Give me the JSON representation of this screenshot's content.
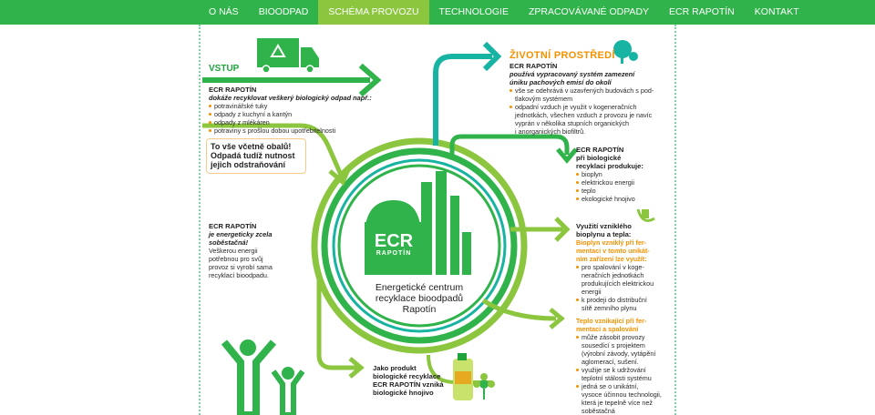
{
  "nav": {
    "items": [
      {
        "label": "O NÁS",
        "active": false
      },
      {
        "label": "BIOODPAD",
        "active": false
      },
      {
        "label": "SCHÉMA PROVOZU",
        "active": true
      },
      {
        "label": "TECHNOLOGIE",
        "active": false
      },
      {
        "label": "ZPRACOVÁVANÉ ODPADY",
        "active": false
      },
      {
        "label": "ECR RAPOTÍN",
        "active": false
      },
      {
        "label": "KONTAKT",
        "active": false
      }
    ]
  },
  "colors": {
    "nav_bg": "#2fb34a",
    "nav_active": "#8cc63f",
    "green_dark": "#1fa33b",
    "green_light": "#8cc63f",
    "teal": "#17b3a3",
    "orange": "#f39200"
  },
  "vstup": {
    "title": "VSTUP",
    "header": "ECR RAPOTÍN",
    "subheader": "dokáže recyklovat veškerý biologický odpad např.:",
    "items": [
      "potravinářské tuky",
      "odpady z kuchyní a kantýn",
      "odpady z mlékáren",
      "potraviny s prošlou dobou upotřebitelnosti"
    ],
    "callout_lines": [
      "To vše včetně obalů!",
      "Odpadá tudíž nutnost",
      "jejich odstraňování"
    ]
  },
  "energy": {
    "header": "ECR RAPOTÍN",
    "subheader_lines": [
      "je energeticky zcela",
      "soběstačná!"
    ],
    "text_lines": [
      "Veškerou energii",
      "potřebnou pro svůj",
      "provoz si vyrobí sama",
      "recyklací bioodpadu."
    ]
  },
  "center": {
    "logo_top": "ECR",
    "logo_bottom": "RAPOTÍN",
    "caption_lines": [
      "Energetické centrum",
      "recyklace bioodpadů",
      "Rapotín"
    ]
  },
  "product": {
    "lines": [
      "Jako produkt",
      "biologické recyklace",
      "ECR RAPOTÍN vzniká",
      "biologické hnojivo"
    ]
  },
  "zp": {
    "title": "ŽIVOTNÍ PROSTŘEDÍ",
    "header": "ECR RAPOTÍN",
    "subheader_lines": [
      "používá vypracovaný systém zamezení",
      "úniku pachových emisí do okolí"
    ],
    "bullet1_lines": [
      "vše se odehrává v uzavřených budovách s pod-",
      "tlakovým systémem"
    ],
    "bullet2_lines": [
      "odpadní vzduch je využit v kogeneračních",
      "jednotkách, všechen vzduch z provozu je navíc",
      "vyprán v několika stupních organických",
      "i anorganických biofiltrů."
    ]
  },
  "produkce": {
    "header": "ECR RAPOTÍN",
    "subheader_lines": [
      "při biologické",
      "recyklaci produkuje:"
    ],
    "items": [
      "bioplyn",
      "elektrickou energii",
      "teplo",
      "ekologické hnojivo"
    ]
  },
  "bioplyn": {
    "header_lines": [
      "Využití vzniklého",
      "bioplynu a tepla:"
    ],
    "orange_lines": [
      "Bioplyn vzniklý při fer-",
      "mentaci v tomto unikát-",
      "ním zařízení lze využít:"
    ],
    "bullet1_lines": [
      "pro spalování v koge-",
      "neračních jednotkách",
      "produkujících elektrickou",
      "energii"
    ],
    "bullet2_lines": [
      "k prodeji do distribuční",
      "sítě zemního plynu"
    ]
  },
  "teplo": {
    "orange_lines": [
      "Teplo vznikající při fer-",
      "mentaci a spalování"
    ],
    "bullet1_lines": [
      "může zásobit provozy",
      "sousedící s projektem",
      "(výrobní závody, vytápění",
      "aglomerací, sušení."
    ],
    "bullet2_lines": [
      "využije se k udržování",
      "teplotní stálosti systému"
    ],
    "bullet3_lines": [
      "jedná se o unikátní,",
      "vysoce účinnou technologii,",
      "která je tepelně více než",
      "soběstačná"
    ]
  }
}
